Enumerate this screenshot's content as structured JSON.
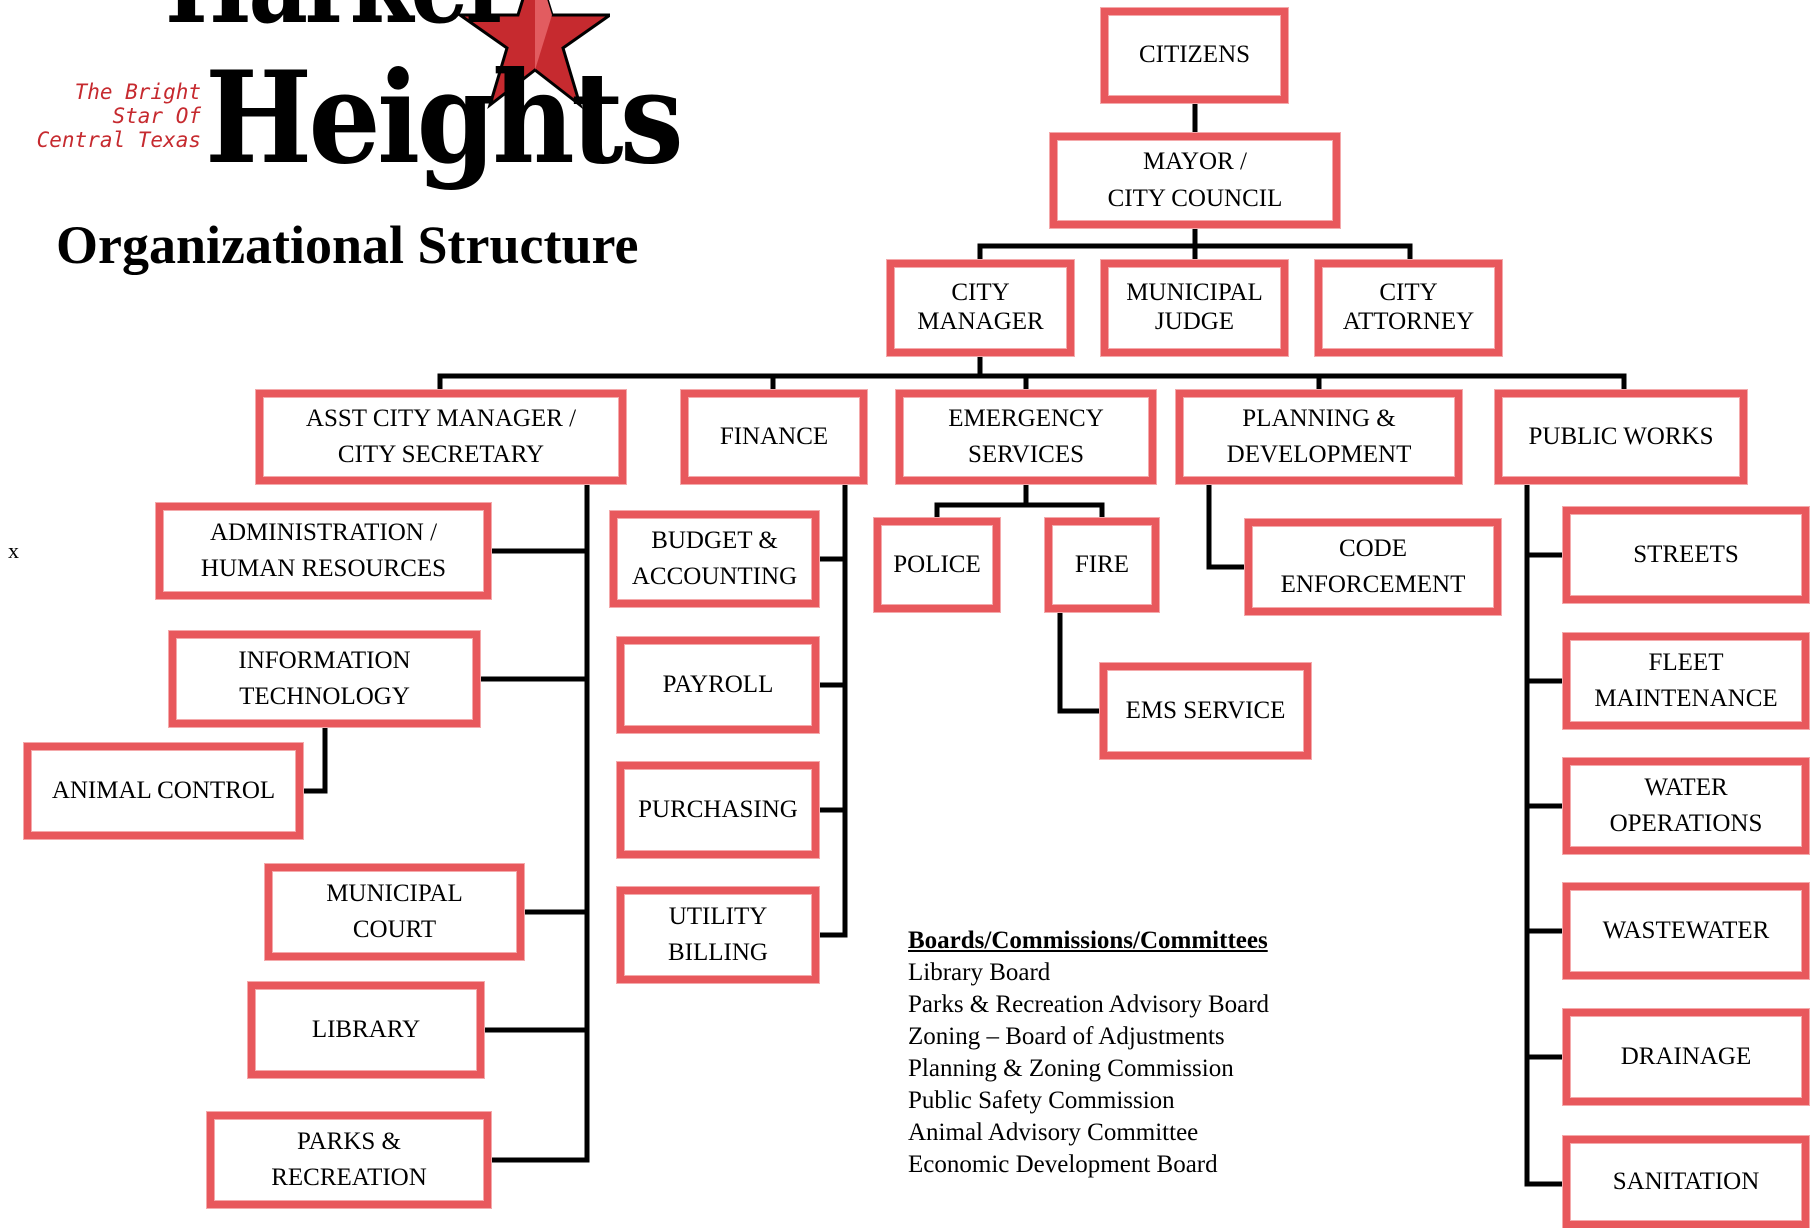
{
  "logo": {
    "top_word": "Harker",
    "bottom_word": "Heights",
    "tagline": "The Bright Star Of\nCentral Texas"
  },
  "title": "Organizational Structure",
  "side_mark": "x",
  "colors": {
    "box_border": "#e8585c",
    "line": "#000000",
    "logo_red": "#c62a2f"
  },
  "nodes": {
    "citizens": "CITIZENS",
    "mayor": "MAYOR /\nCITY COUNCIL",
    "city_manager": "CITY\nMANAGER",
    "municipal_judge": "MUNICIPAL\nJUDGE",
    "city_attorney": "CITY\nATTORNEY",
    "asst_city_manager": "ASST CITY MANAGER /\nCITY SECRETARY",
    "finance": "FINANCE",
    "emergency_services": "EMERGENCY\nSERVICES",
    "planning_development": "PLANNING &\nDEVELOPMENT",
    "public_works": "PUBLIC WORKS",
    "administration_hr": "ADMINISTRATION /\nHUMAN RESOURCES",
    "information_technology": "INFORMATION\nTECHNOLOGY",
    "animal_control": "ANIMAL CONTROL",
    "municipal_court": "MUNICIPAL\nCOURT",
    "library": "LIBRARY",
    "parks_recreation": "PARKS &\nRECREATION",
    "budget_accounting": "BUDGET &\nACCOUNTING",
    "payroll": "PAYROLL",
    "purchasing": "PURCHASING",
    "utility_billing": "UTILITY\nBILLING",
    "police": "POLICE",
    "fire": "FIRE",
    "ems_service": "EMS SERVICE",
    "code_enforcement": "CODE\nENFORCEMENT",
    "streets": "STREETS",
    "fleet_maintenance": "FLEET\nMAINTENANCE",
    "water_operations": "WATER\nOPERATIONS",
    "wastewater": "WASTEWATER",
    "drainage": "DRAINAGE",
    "sanitation": "SANITATION"
  },
  "boards": {
    "heading": "Boards/Commissions/Committees",
    "items": [
      "Library Board",
      "Parks & Recreation Advisory Board",
      "Zoning – Board of Adjustments",
      "Planning & Zoning Commission",
      "Public Safety Commission",
      "Animal Advisory Committee",
      "Economic Development Board"
    ]
  }
}
